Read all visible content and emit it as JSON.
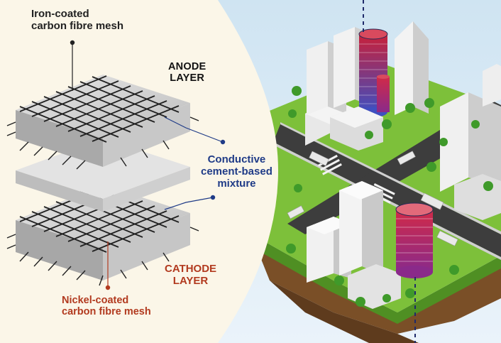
{
  "labels": {
    "iron_mesh": [
      "Iron-coated",
      "carbon fibre mesh"
    ],
    "anode": [
      "ANODE",
      "LAYER"
    ],
    "conductive": [
      "Conductive",
      "cement-based",
      "mixture"
    ],
    "cathode": [
      "CATHODE",
      "LAYER"
    ],
    "nickel_mesh": [
      "Nickel-coated",
      "carbon fibre mesh"
    ]
  },
  "colors": {
    "panel": "#fbf6e8",
    "anode_text": "#111111",
    "mixture_text": "#1f3b87",
    "cathode_text": "#b23a1f",
    "grass": "#7dc03a",
    "soil": "#8a5a2b",
    "road": "#3d3d3d",
    "sky": "#dcebf5"
  }
}
